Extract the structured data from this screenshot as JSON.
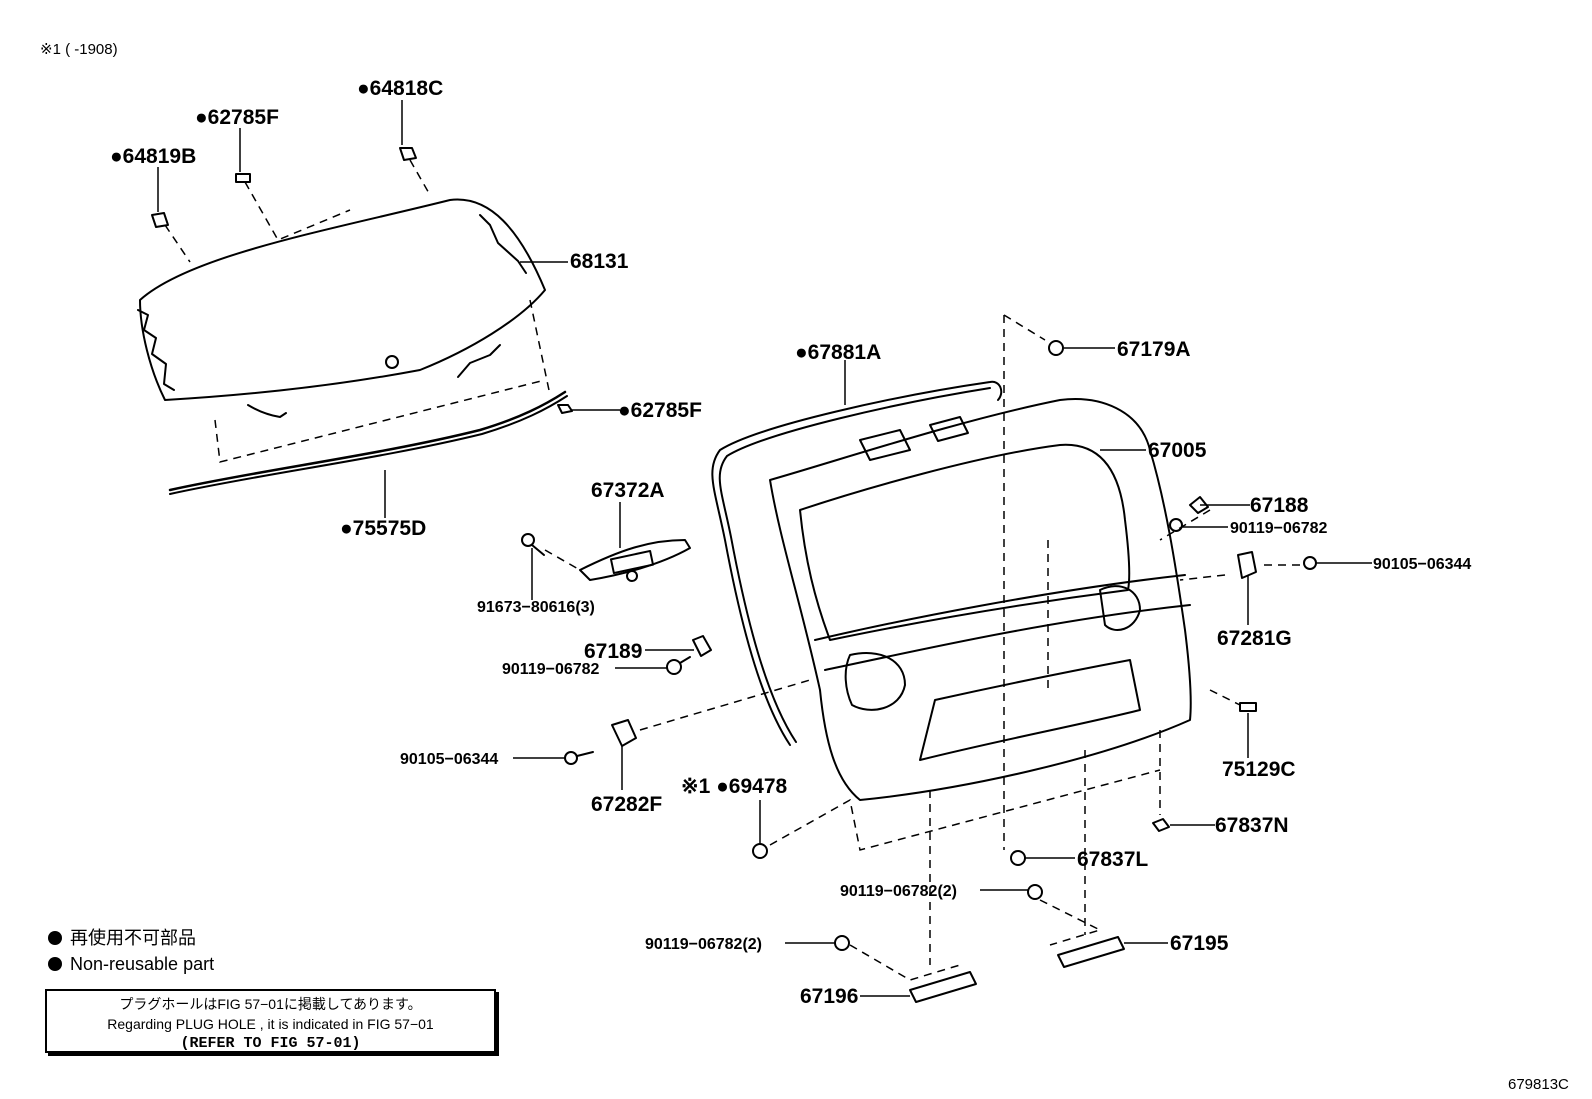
{
  "figure_note": "※1 (      -1908)",
  "figure_code": "679813C",
  "legend": {
    "item_jp": "再使用不可部品",
    "item_en": "Non-reusable part"
  },
  "reference_box": {
    "line1": "プラグホールはFIG 57−01に掲載してあります。",
    "line2": "Regarding  PLUG  HOLE , it is indicated in  FIG  57−01",
    "line3": "(REFER TO FIG 57-01)"
  },
  "parts": [
    {
      "id": "p64818C",
      "text": "●64818C"
    },
    {
      "id": "p62785F_top",
      "text": "●62785F"
    },
    {
      "id": "p64819B",
      "text": "●64819B"
    },
    {
      "id": "p68131",
      "text": "68131"
    },
    {
      "id": "p62785F_bot",
      "text": "●62785F"
    },
    {
      "id": "p75575D",
      "text": "●75575D"
    },
    {
      "id": "p67881A",
      "text": "●67881A"
    },
    {
      "id": "p67179A",
      "text": "67179A"
    },
    {
      "id": "p67005",
      "text": "67005"
    },
    {
      "id": "p67372A",
      "text": "67372A"
    },
    {
      "id": "p91673",
      "text": "91673−80616(3)"
    },
    {
      "id": "p67188",
      "text": "67188"
    },
    {
      "id": "p90119_r",
      "text": "90119−06782"
    },
    {
      "id": "p90105_r",
      "text": "90105−06344"
    },
    {
      "id": "p67281G",
      "text": "67281G"
    },
    {
      "id": "p67189",
      "text": "67189"
    },
    {
      "id": "p90119_l",
      "text": "90119−06782"
    },
    {
      "id": "p90105_l",
      "text": "90105−06344"
    },
    {
      "id": "p67282F",
      "text": "67282F"
    },
    {
      "id": "p75129C",
      "text": "75129C"
    },
    {
      "id": "p69478",
      "text": "※1 ●69478"
    },
    {
      "id": "p67837N",
      "text": "67837N"
    },
    {
      "id": "p67837L",
      "text": "67837L"
    },
    {
      "id": "p90119_2a",
      "text": "90119−06782(2)"
    },
    {
      "id": "p90119_2b",
      "text": "90119−06782(2)"
    },
    {
      "id": "p67195",
      "text": "67195"
    },
    {
      "id": "p67196",
      "text": "67196"
    }
  ]
}
